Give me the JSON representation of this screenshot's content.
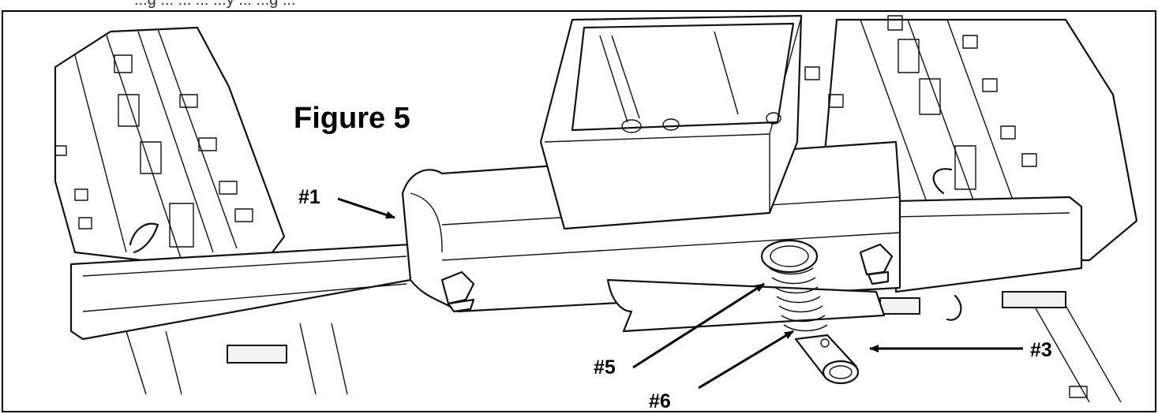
{
  "figure": {
    "top_caption": "...g ... ... ... ...y ... ...g ...",
    "title": "Figure 5",
    "callouts": [
      {
        "id": "c1",
        "label": "#1"
      },
      {
        "id": "c3",
        "label": "#3"
      },
      {
        "id": "c5",
        "label": "#5"
      },
      {
        "id": "c6",
        "label": "#6"
      }
    ]
  }
}
